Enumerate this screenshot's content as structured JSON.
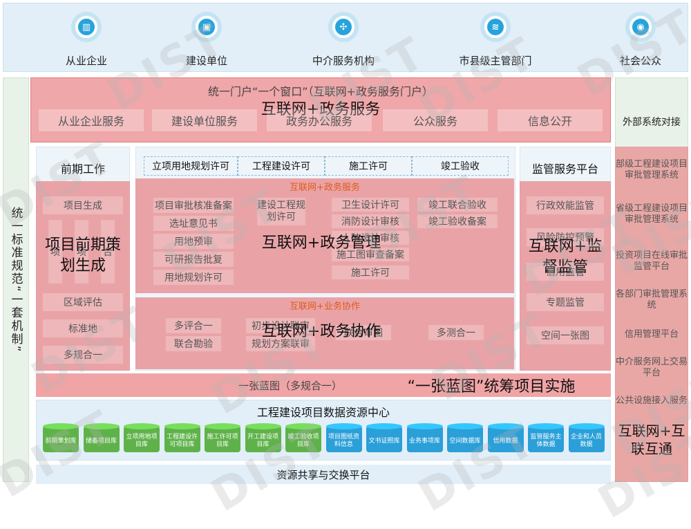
{
  "watermark": "DIST",
  "users": [
    {
      "label": "从业企业",
      "icon": "building-icon"
    },
    {
      "label": "建设单位",
      "icon": "briefcase-icon"
    },
    {
      "label": "中介服务机构",
      "icon": "network-icon"
    },
    {
      "label": "市县级主管部门",
      "icon": "layers-icon"
    },
    {
      "label": "社会公众",
      "icon": "broadcast-icon"
    }
  ],
  "left_bar": "统一标准规范“一套机制”",
  "portal": {
    "title": "统一门户“一个窗口”（互联网+政务服务门户）",
    "overlay": "互联网+政务服务",
    "items": [
      "从业企业服务",
      "建设单位服务",
      "政务办公服务",
      "公众服务",
      "信息公开"
    ]
  },
  "external": {
    "title": "外部系统对接",
    "items": [
      "部级工程建设项目审批管理系统",
      "省级工程建设项目审批管理系统",
      "投资项目在线审批监管平台",
      "各部门审批管理系统",
      "信用管理平台",
      "中介服务网上交易平台",
      "公共设施接入服务"
    ],
    "overlay": "互联网+互联互通"
  },
  "early": {
    "title": "前期工作",
    "items": [
      "项目生成",
      "项",
      "项",
      "合",
      "区域评估",
      "标准地",
      "多规合一"
    ],
    "overlay": "项目前期策划生成"
  },
  "approval": {
    "phases": [
      "立项用地规划许可",
      "工程建设许可",
      "施工许可",
      "竣工验收"
    ],
    "gov_header": "互联网+政务服务",
    "col1": [
      "项目审批核准备案",
      "选址意见书",
      "用地预审",
      "可研报告批复",
      "用地规划许可"
    ],
    "col2": [
      "建设工程规划许可"
    ],
    "col3": [
      "卫生设计许可",
      "消防设计审核",
      "人防设计审核",
      "施工图审查备案",
      "施工许可"
    ],
    "col4": [
      "竣工联合验收",
      "竣工验收备案"
    ],
    "overlay_manage": "互联网+政务管理",
    "biz_header": "互联网+业务协作",
    "collab_col1": [
      "多评合一",
      "联合勘验"
    ],
    "collab_col2": [
      "初步设计联审",
      "规划方案联审"
    ],
    "collab_col3": [
      "联合审图"
    ],
    "collab_col4": [
      "多测合一"
    ],
    "overlay_collab": "互联网+政务协作"
  },
  "supervision": {
    "title": "监管服务平台",
    "items": [
      "行政效能监管",
      "风险防控预警",
      "信用监管",
      "专题监管",
      "空间一张图"
    ],
    "overlay": "互联网+监督监管"
  },
  "blueprint": {
    "title": "一张蓝图（多规合一）",
    "overlay": "“一张蓝图”统筹项目实施"
  },
  "data_center": {
    "title": "工程建设项目数据资源中心",
    "databases": [
      {
        "label": "前期策划库",
        "color": "#5fb24a"
      },
      {
        "label": "储备项目库",
        "color": "#5fb24a"
      },
      {
        "label": "立项用地项目库",
        "color": "#5fb24a"
      },
      {
        "label": "工程建设许可项目库",
        "color": "#5fb24a"
      },
      {
        "label": "施工许可项目库",
        "color": "#5fb24a"
      },
      {
        "label": "开工建设项目库",
        "color": "#5fb24a"
      },
      {
        "label": "竣工验收项目库",
        "color": "#5fb24a"
      },
      {
        "label": "项目图纸资料信息",
        "color": "#2a9fd8"
      },
      {
        "label": "文书证照库",
        "color": "#2a9fd8"
      },
      {
        "label": "业务事项库",
        "color": "#2a9fd8"
      },
      {
        "label": "空间数据库",
        "color": "#2a9fd8"
      },
      {
        "label": "信用数据",
        "color": "#2a9fd8"
      },
      {
        "label": "监管服务主体数据",
        "color": "#2a9fd8"
      },
      {
        "label": "企业和人员数据",
        "color": "#2a9fd8"
      }
    ]
  },
  "exchange": "资源共享与交换平台"
}
